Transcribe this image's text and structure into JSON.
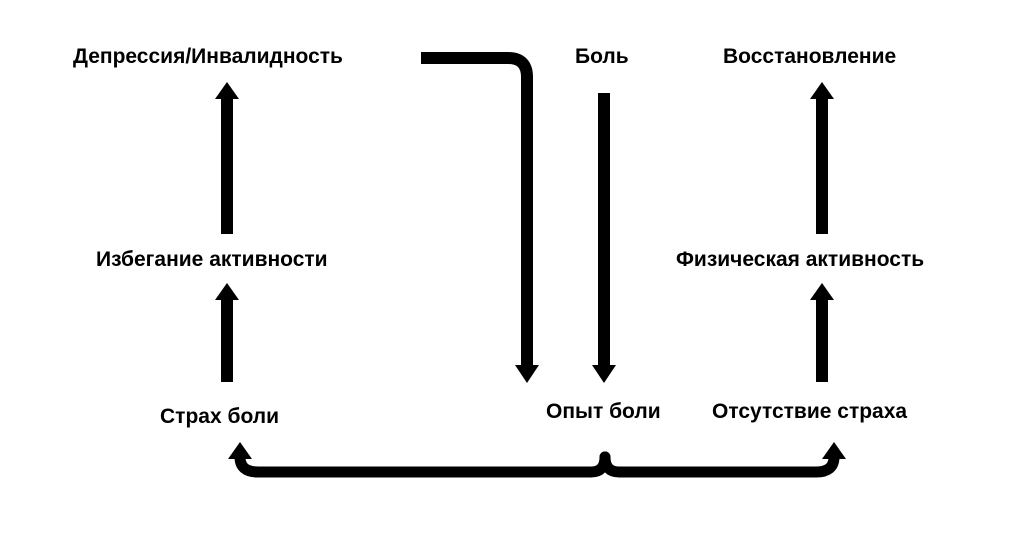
{
  "diagram": {
    "nodes": {
      "depression": "Депрессия/Инвалидность",
      "pain": "Боль",
      "recovery": "Восстановление",
      "avoidance": "Избегание активности",
      "physical_activity": "Физическая активность",
      "fear": "Страх боли",
      "pain_experience": "Опыт боли",
      "no_fear": "Отсутствие страха"
    },
    "colors": {
      "background": "#ffffff",
      "ink": "#000000"
    }
  }
}
